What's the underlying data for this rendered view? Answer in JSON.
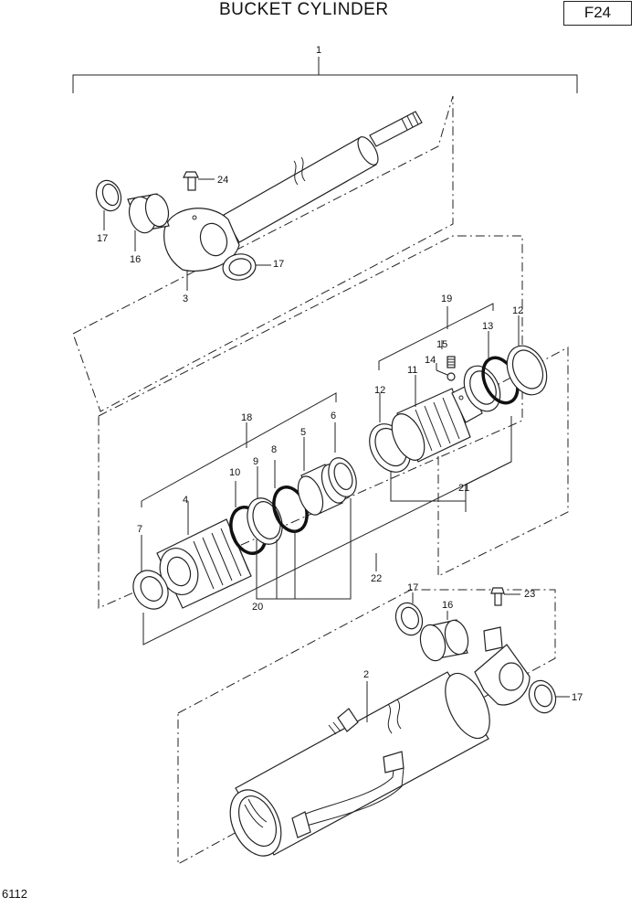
{
  "title": "BUCKET CYLINDER",
  "code": "F24",
  "footer": "6112",
  "labels": {
    "p1": "1",
    "p2": "2",
    "p3": "3",
    "p4": "4",
    "p5": "5",
    "p6": "6",
    "p7": "7",
    "p8": "8",
    "p9": "9",
    "p10": "10",
    "p11": "11",
    "p12a": "12",
    "p12b": "12",
    "p13": "13",
    "p14": "14",
    "p15": "15",
    "p16a": "16",
    "p16b": "16",
    "p17a": "17",
    "p17b": "17",
    "p17c": "17",
    "p17d": "17",
    "p18": "18",
    "p19": "19",
    "p20": "20",
    "p21": "21",
    "p22": "22",
    "p23": "23",
    "p24": "24"
  }
}
